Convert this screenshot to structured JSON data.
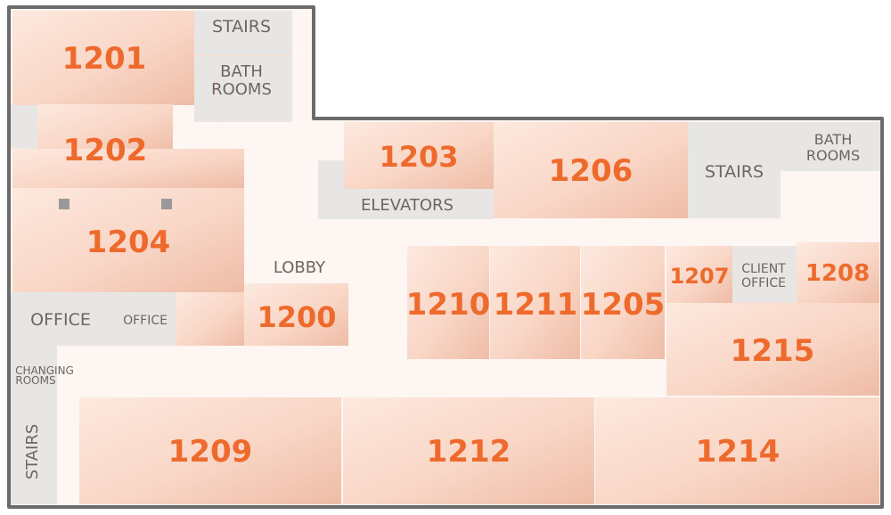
{
  "colors": {
    "outline": "#6b6b6b",
    "floor": "#fdf6f2",
    "service_fill": "#e8e6e4",
    "room_light": "#fde6da",
    "room_dark": "#f0c2ad",
    "room_text": "#ee6a2c",
    "service_text": "#6e6560"
  },
  "rooms": {
    "r1200": "1200",
    "r1201": "1201",
    "r1202": "1202",
    "r1203": "1203",
    "r1204": "1204",
    "r1205": "1205",
    "r1206": "1206",
    "r1207": "1207",
    "r1208": "1208",
    "r1209": "1209",
    "r1210": "1210",
    "r1211": "1211",
    "r1212": "1212",
    "r1214": "1214",
    "r1215": "1215"
  },
  "areas": {
    "stairs_top": "STAIRS",
    "bathrooms_top": [
      "BATH",
      "ROOMS"
    ],
    "bathrooms_right": [
      "BATH",
      "ROOMS"
    ],
    "stairs_right": "STAIRS",
    "elevators": "ELEVATORS",
    "lobby": "LOBBY",
    "office_left": "OFFICE",
    "office_small": "OFFICE",
    "client_office": [
      "CLIENT",
      "OFFICE"
    ],
    "changing_rooms": [
      "CHANGING",
      "ROOMS"
    ],
    "stairs_left": "STAIRS"
  }
}
